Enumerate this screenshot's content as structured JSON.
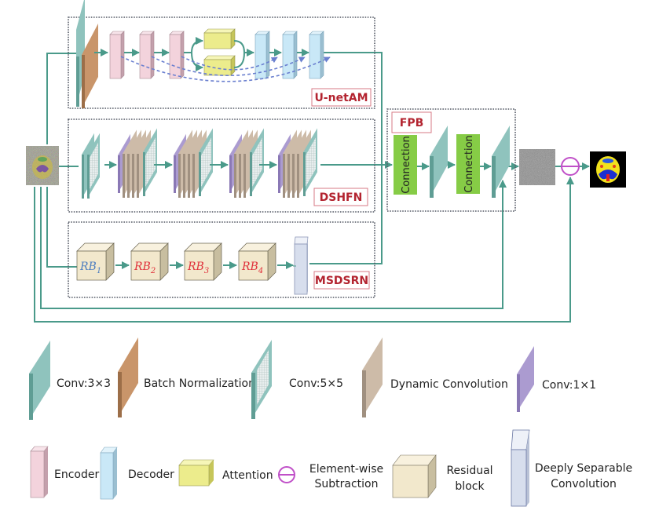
{
  "modules": {
    "unet": {
      "label": "U-netAM"
    },
    "dshfn": {
      "label": "DSHFN"
    },
    "msdsrn": {
      "label": "MSDSRN"
    },
    "fpb": {
      "label": "FPB",
      "connection_label": "Connection"
    }
  },
  "residual_blocks": [
    {
      "base": "RB",
      "sub": "1",
      "color": "#4f7fc0"
    },
    {
      "base": "RB",
      "sub": "2",
      "color": "#e0323c"
    },
    {
      "base": "RB",
      "sub": "3",
      "color": "#e0323c"
    },
    {
      "base": "RB",
      "sub": "4",
      "color": "#e0323c"
    }
  ],
  "colors": {
    "line": "#4a9a8a",
    "skip": "#6a7fcf",
    "conv3": "#8fc3bd",
    "conv3_dark": "#5f9d94",
    "bn": "#c9956a",
    "bn_dark": "#9c6e48",
    "dyn": "#cdbba8",
    "dyn_dark": "#a09080",
    "conv1": "#ab9bd0",
    "conv1_dark": "#8a78b5",
    "encoder": "#f3d3dc",
    "decoder": "#c9e8f7",
    "attention": "#ecec8c",
    "residual": "#f2e8cc",
    "dsc": "#d7deed",
    "connection": "#86cc46",
    "subtract": "#c050c8",
    "module_label": "#b32430"
  },
  "legend": {
    "row1": [
      {
        "icon": "conv3x3",
        "label": "Conv:3×3"
      },
      {
        "icon": "batch-norm",
        "label": "Batch Normalization"
      },
      {
        "icon": "conv5x5",
        "label": "Conv:5×5"
      },
      {
        "icon": "dynamic-conv",
        "label": "Dynamic Convolution"
      },
      {
        "icon": "conv1x1",
        "label": "Conv:1×1"
      }
    ],
    "row2": [
      {
        "icon": "encoder",
        "label": "Encoder"
      },
      {
        "icon": "decoder",
        "label": "Decoder"
      },
      {
        "icon": "attention",
        "label": "Attention"
      },
      {
        "icon": "subtraction",
        "label_lines": [
          "Element-wise",
          "Subtraction"
        ]
      },
      {
        "icon": "residual",
        "label_lines": [
          "Residual",
          "block"
        ]
      },
      {
        "icon": "dsc",
        "label_lines": [
          "Deeply Separable",
          "Convolution"
        ]
      }
    ]
  }
}
